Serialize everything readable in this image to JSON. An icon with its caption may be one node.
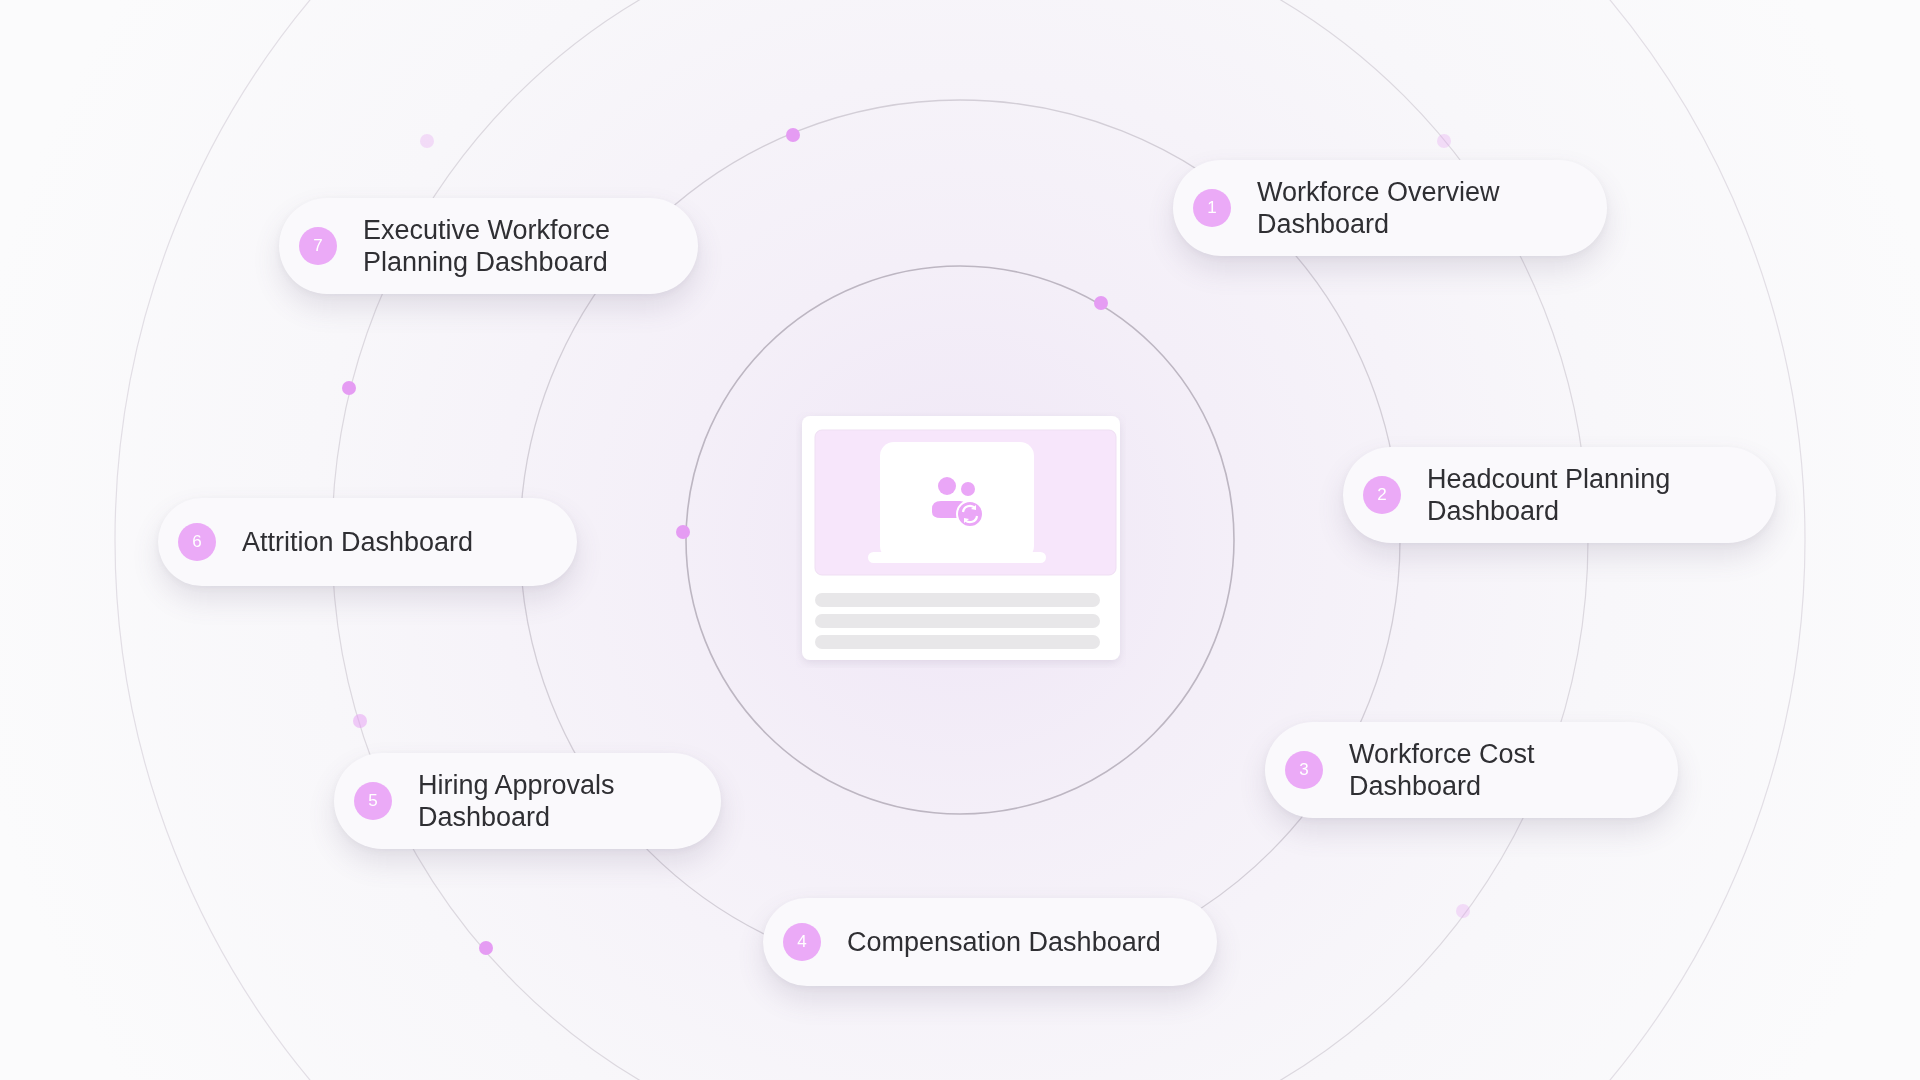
{
  "diagram": {
    "nodes": [
      {
        "text": [
          "1",
          "Workforce Overview Dashboard"
        ]
      },
      {
        "text": [
          "2",
          "Headcount Planning Dashboard"
        ]
      },
      {
        "text": [
          "3",
          "Workforce Cost Dashboard"
        ]
      },
      {
        "text": [
          "4",
          "Compensation Dashboard"
        ]
      },
      {
        "text": [
          "5",
          "Hiring Approvals Dashboard"
        ]
      },
      {
        "text": [
          "6",
          "Attrition Dashboard"
        ]
      },
      {
        "text": [
          "7",
          "Executive Workforce Planning Dashboard"
        ]
      }
    ]
  }
}
